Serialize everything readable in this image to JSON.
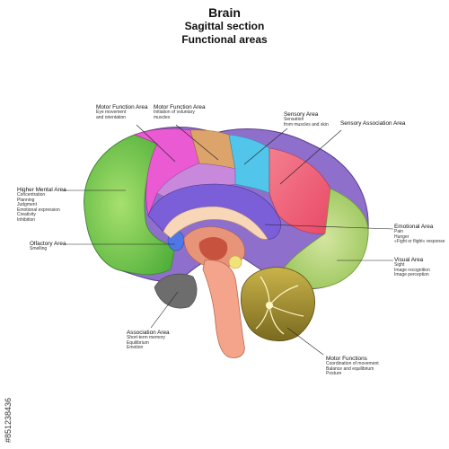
{
  "title": {
    "line1": "Brain",
    "line2": "Sagittal section",
    "line3": "Functional areas"
  },
  "labels": {
    "motor_eye": {
      "title": "Motor Function Area",
      "desc": [
        "Eye movement",
        "and orientation"
      ]
    },
    "motor_voluntary": {
      "title": "Motor Function Area",
      "desc": [
        "Initiation of voluntary",
        "muscles"
      ]
    },
    "sensory": {
      "title": "Sensory Area",
      "desc": [
        "Sensation",
        "from muscles and skin"
      ]
    },
    "sensory_assoc": {
      "title": "Sensory Association Area",
      "desc": []
    },
    "higher_mental": {
      "title": "Higher Mental Area",
      "desc": [
        "Concentration",
        "Planning",
        "Judgment",
        "Emotional expression",
        "Creativity",
        "Inhibition"
      ]
    },
    "olfactory": {
      "title": "Olfactory Area",
      "desc": [
        "Smelling"
      ]
    },
    "emotional": {
      "title": "Emotional Area",
      "desc": [
        "Pain",
        "Hunger",
        "«Fight or flight» response"
      ]
    },
    "visual": {
      "title": "Visual Area",
      "desc": [
        "Sight",
        "Image recognition",
        "Image perception"
      ]
    },
    "association": {
      "title": "Association Area",
      "desc": [
        "Short-term memory",
        "Equilibrium",
        "Emotion"
      ]
    },
    "motor_functions": {
      "title": "Motor Functions",
      "desc": [
        "Coordination of movement",
        "Balance and equilibrium",
        "Posture"
      ]
    }
  },
  "watermark": {
    "stock_id": "#851238436"
  },
  "colors": {
    "frontal": "#7bd04a",
    "premotor": "#e84fd0",
    "motor": "#c77bd6",
    "sensory": "#4fc3e8",
    "parietal": "#f2607a",
    "occipital": "#b6d86a",
    "limbic": "#7a5fd6",
    "olfactory": "#5a7ee0",
    "temporal_under": "#6f6f6f",
    "brainstem": "#f4a48a",
    "cerebellum": "#a28b2a"
  }
}
